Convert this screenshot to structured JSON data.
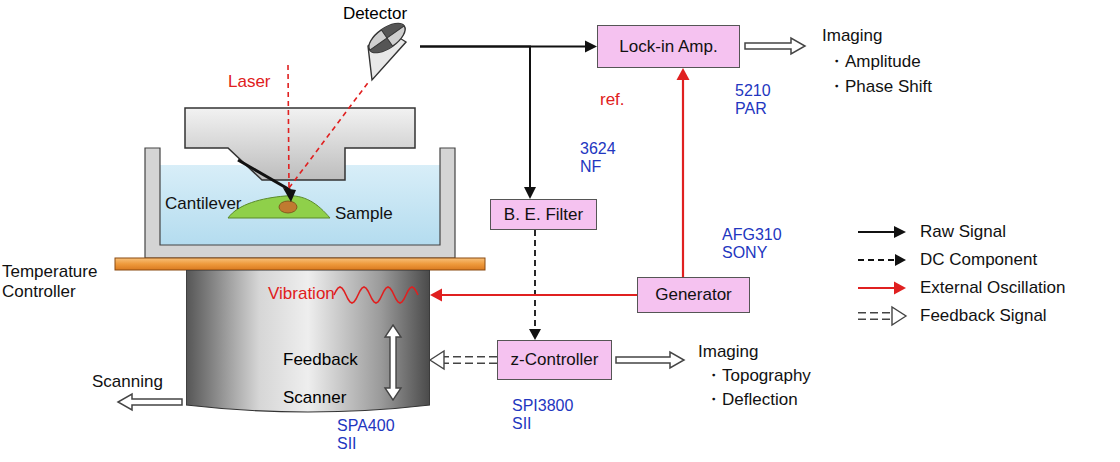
{
  "diagram": {
    "nodes": [
      {
        "text": [
          "Detector"
        ]
      },
      {
        "text": [
          "Lock-in Amp."
        ]
      },
      {
        "text": [
          "B. E. Filter"
        ]
      },
      {
        "text": [
          "Generator"
        ]
      },
      {
        "text": [
          "z-Controller"
        ]
      },
      {
        "text": [
          "Feedback",
          "Scanner"
        ]
      }
    ],
    "edges": [
      {
        "from": 0,
        "to": 1,
        "arrow": "to"
      },
      {
        "from": 0,
        "to": 2,
        "arrow": "to"
      },
      {
        "from": 2,
        "to": 4,
        "arrow": "to"
      },
      {
        "from": 3,
        "to": 1,
        "label": "ref.",
        "arrow": "to"
      },
      {
        "from": 3,
        "to": 5,
        "arrow": "to"
      },
      {
        "from": 4,
        "to": 5,
        "arrow": "to"
      }
    ],
    "labels": [
      "Laser",
      "Cantilever",
      "Sample",
      "Temperature Controller",
      "Vibration",
      "Scanning",
      "Imaging",
      "・Amplitude",
      "・Phase Shift",
      "3624 NF",
      "5210 PAR",
      "AFG310 SONY",
      "Imaging",
      "・Topography",
      "・Deflection",
      "SPI3800 SII",
      "SPA400 SII"
    ],
    "legend": [
      {
        "text": "Raw Signal"
      },
      {
        "text": "DC Component"
      },
      {
        "text": "External Oscillation"
      },
      {
        "text": "Feedback Signal"
      }
    ]
  }
}
